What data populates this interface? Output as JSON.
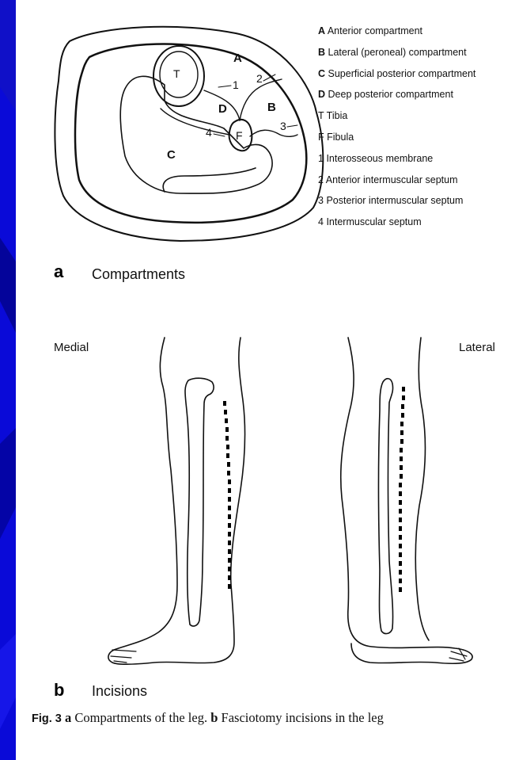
{
  "diagram_a": {
    "letter": "a",
    "title": "Compartments",
    "region_labels": {
      "A": "A",
      "B": "B",
      "C": "C",
      "D": "D",
      "T": "T",
      "F": "F"
    },
    "septum_labels": {
      "n1": "1",
      "n2": "2",
      "n3": "3",
      "n4": "4"
    },
    "legend": [
      {
        "key": "A",
        "text": "Anterior compartment",
        "bold": true
      },
      {
        "key": "B",
        "text": "Lateral (peroneal) compartment",
        "bold": true
      },
      {
        "key": "C",
        "text": "Superficial posterior compartment",
        "bold": true
      },
      {
        "key": "D",
        "text": "Deep posterior compartment",
        "bold": true
      },
      {
        "key": "T",
        "text": "Tibia",
        "bold": false
      },
      {
        "key": "F",
        "text": "Fibula",
        "bold": false
      },
      {
        "key": "1",
        "text": "Interosseous membrane",
        "bold": false
      },
      {
        "key": "2",
        "text": "Anterior intermuscular septum",
        "bold": false
      },
      {
        "key": "3",
        "text": "Posterior intermuscular septum",
        "bold": false
      },
      {
        "key": "4",
        "text": "Intermuscular septum",
        "bold": false
      }
    ]
  },
  "diagram_b": {
    "letter": "b",
    "title": "Incisions",
    "medial_label": "Medial",
    "lateral_label": "Lateral"
  },
  "caption": {
    "fig_label": "Fig. 3",
    "part_a_letter": "a",
    "part_a_text": "Compartments of the leg.",
    "part_b_letter": "b",
    "part_b_text": "Fasciotomy incisions in the leg"
  },
  "colors": {
    "background": "#0a0ad8",
    "panel": "#ffffff",
    "line": "#111111"
  }
}
